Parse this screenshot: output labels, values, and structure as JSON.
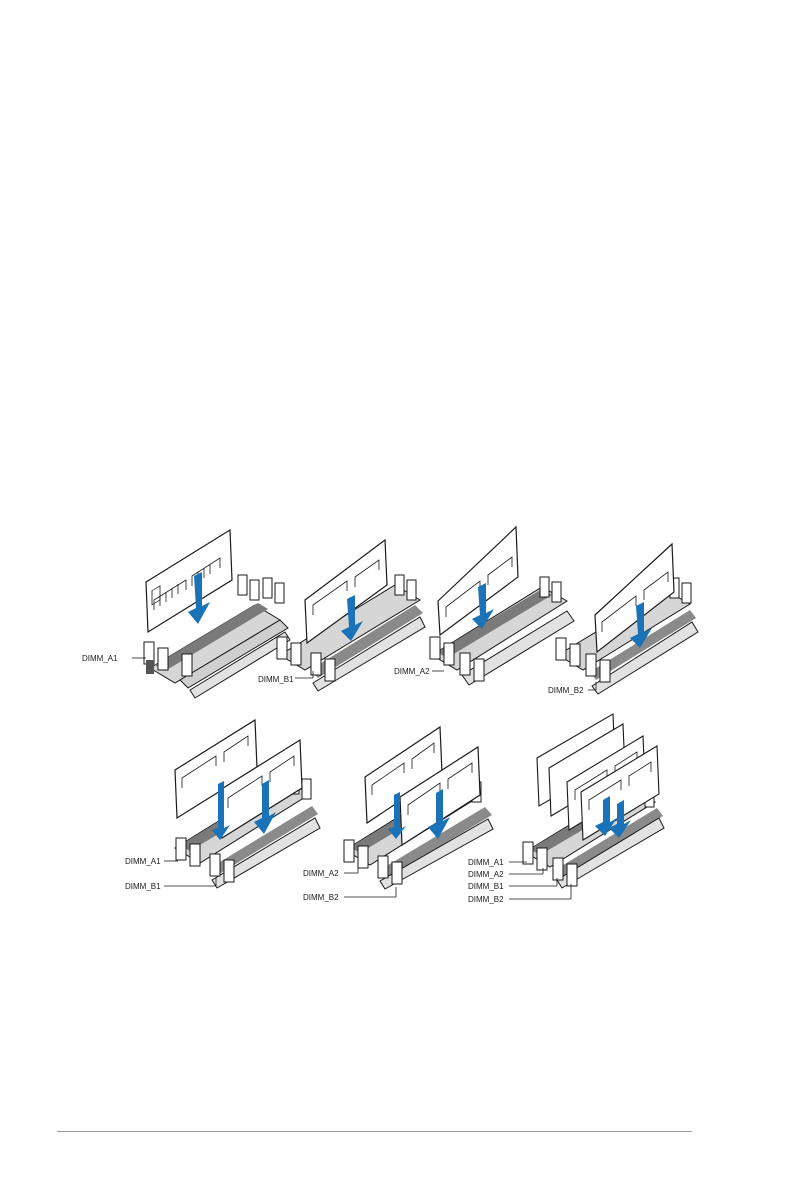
{
  "figures": {
    "one_module": [
      {
        "label": "DIMM_A1"
      },
      {
        "label": "DIMM_B1"
      },
      {
        "label": "DIMM_A2"
      },
      {
        "label": "DIMM_B2"
      }
    ],
    "two_modules": [
      {
        "labels": [
          "DIMM_A1",
          "DIMM_B1"
        ]
      },
      {
        "labels": [
          "DIMM_A2",
          "DIMM_B2"
        ]
      }
    ],
    "four_modules": {
      "labels": [
        "DIMM_A1",
        "DIMM_A2",
        "DIMM_B1",
        "DIMM_B2"
      ]
    }
  },
  "colors": {
    "arrow": "#1a73b8",
    "slot_dark": "#6e6e6e",
    "slot_light": "#d0d0d0",
    "outline": "#1a1a1a"
  },
  "icons": [
    "memory-module-icon",
    "install-arrow-icon"
  ]
}
